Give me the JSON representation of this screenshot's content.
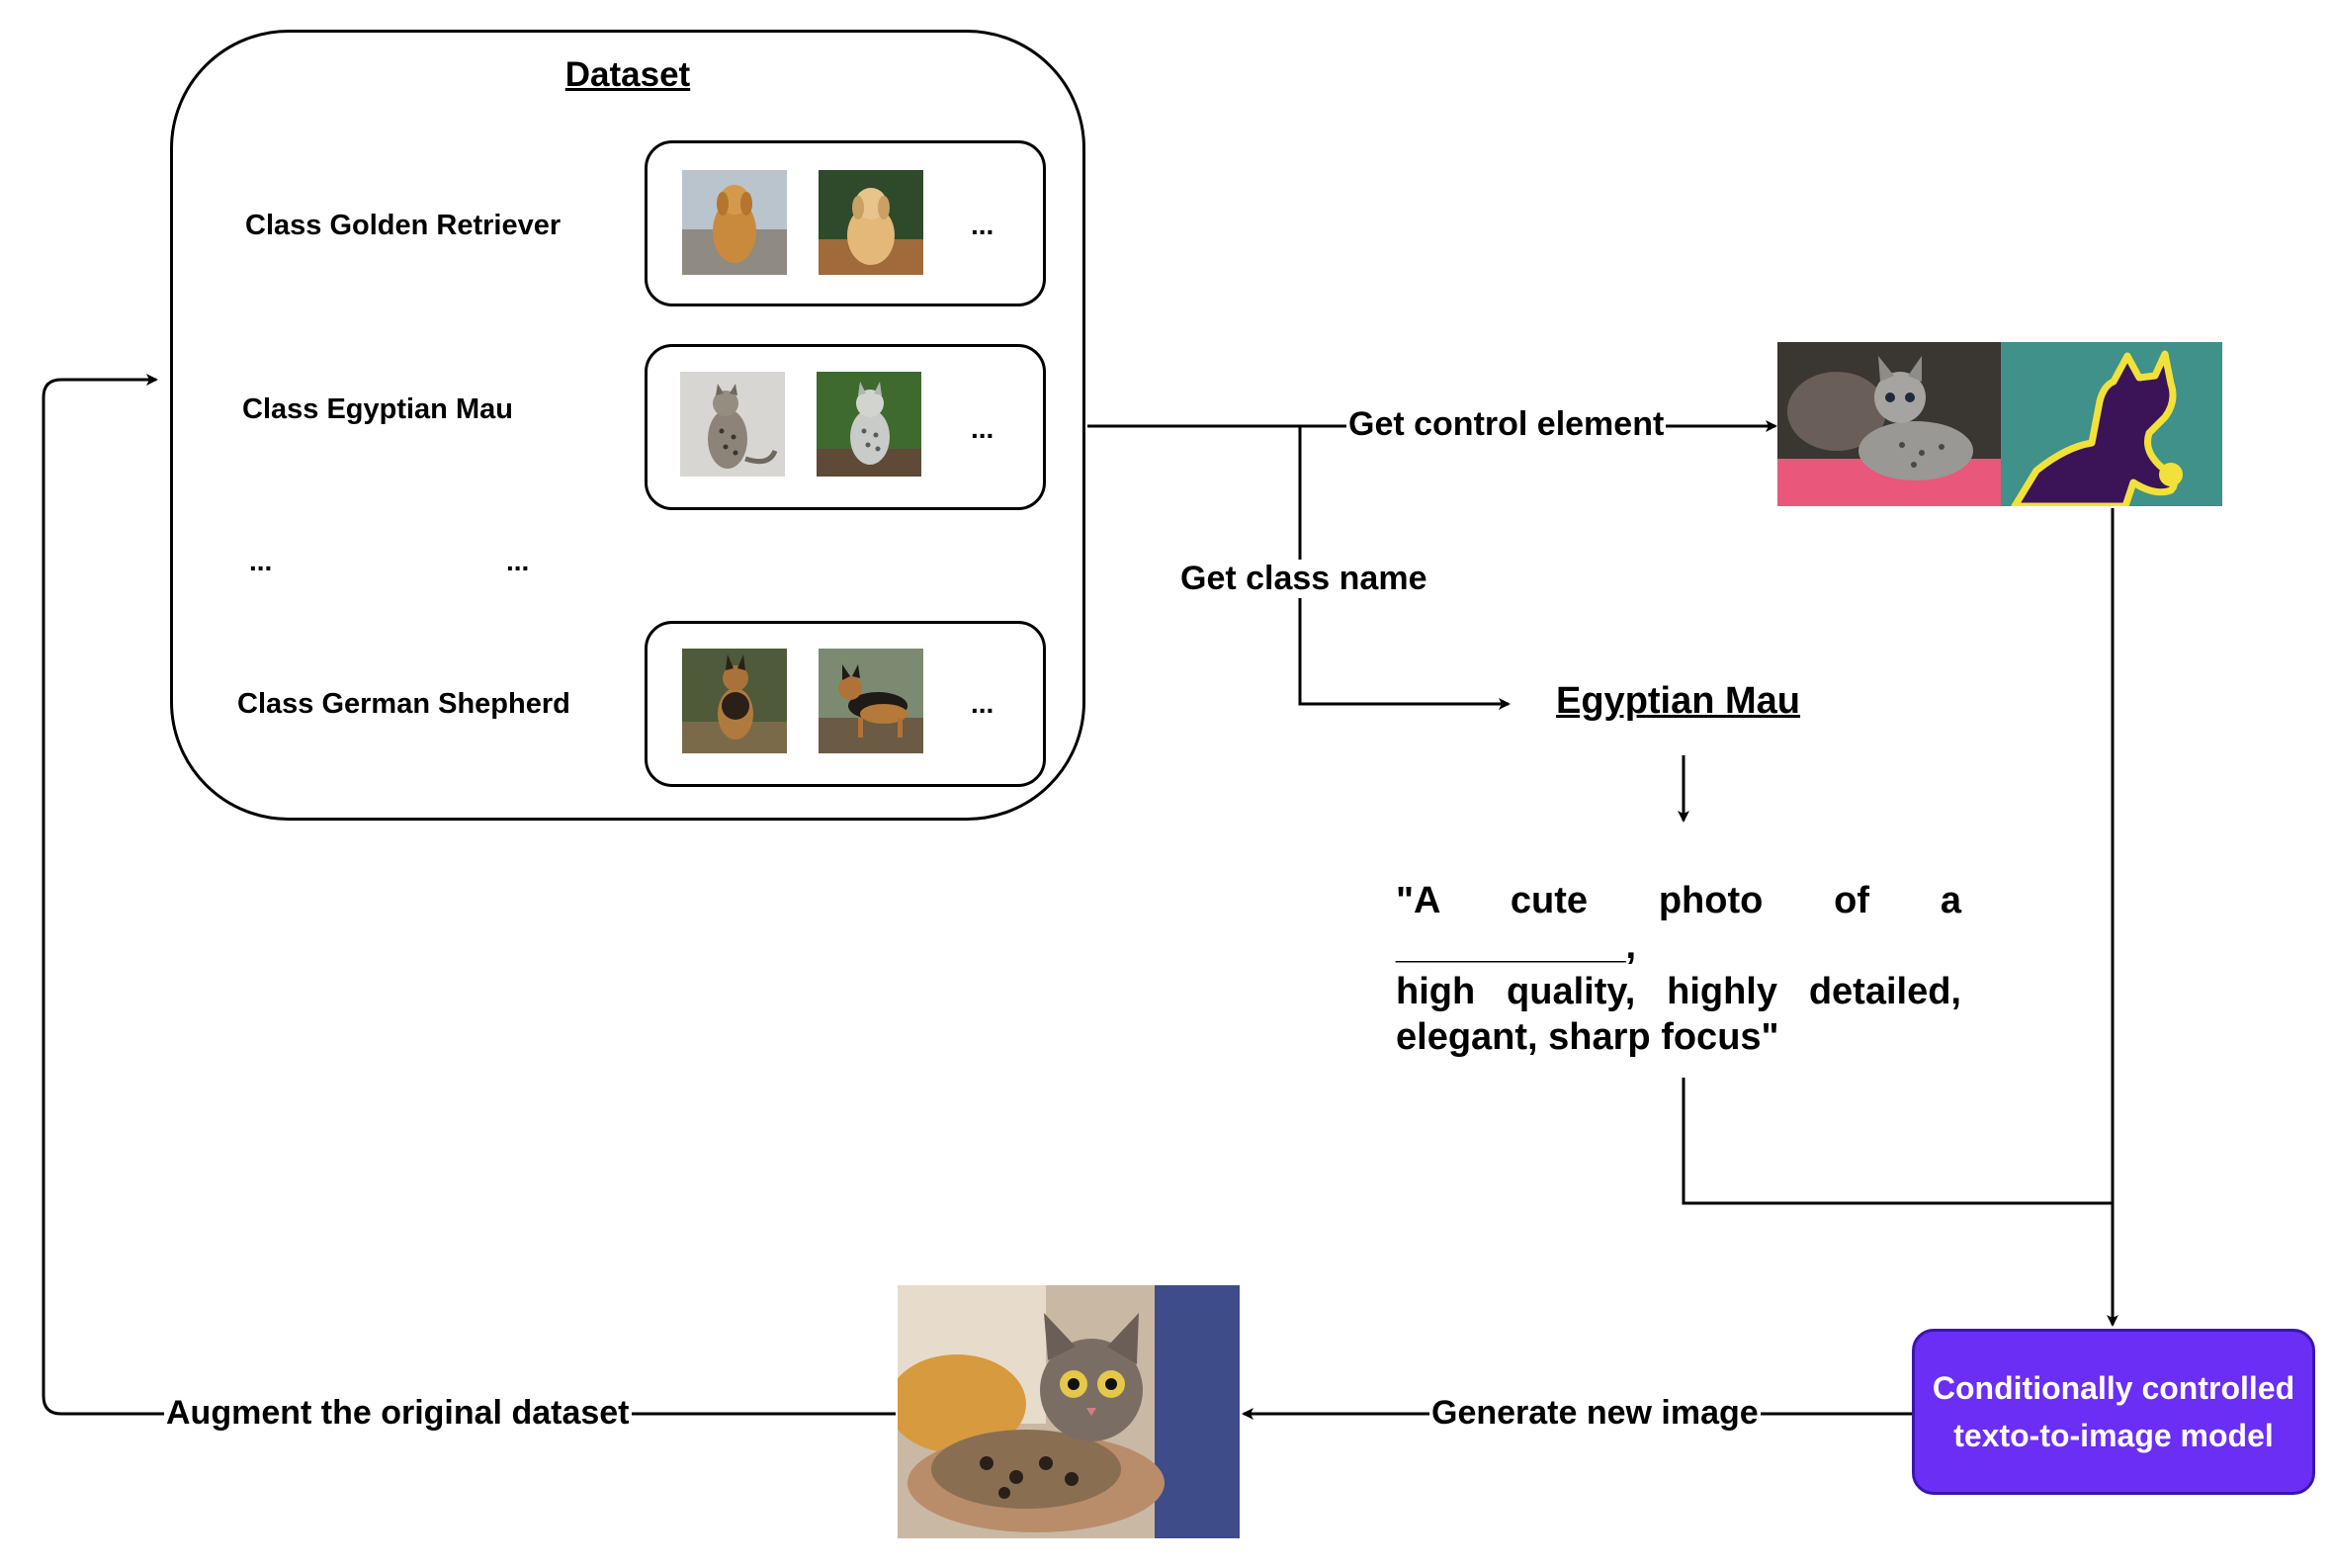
{
  "dataset": {
    "title": "Dataset",
    "classes": [
      {
        "label": "Class Golden Retriever",
        "thumbnails": [
          "golden-retriever-photo",
          "golden-retriever-photo"
        ],
        "more": "..."
      },
      {
        "label": "Class Egyptian Mau",
        "thumbnails": [
          "egyptian-mau-photo",
          "egyptian-mau-photo"
        ],
        "more": "..."
      },
      {
        "label": "Class German Shepherd",
        "thumbnails": [
          "german-shepherd-photo",
          "german-shepherd-photo"
        ],
        "more": "..."
      }
    ],
    "ellipsis_left": "...",
    "ellipsis_right": "..."
  },
  "edges": {
    "get_control_element": "Get control element",
    "get_class_name": "Get class name",
    "generate_new_image": "Generate new image",
    "augment_dataset": "Augment the original dataset"
  },
  "class_name": "Egyptian Mau",
  "prompt": {
    "line1": "\"A cute photo of a ___________,",
    "line2": "high quality, highly detailed,",
    "line3": "elegant, sharp focus\""
  },
  "model": {
    "line1": "Conditionally controlled",
    "line2": "texto-to-image model"
  },
  "colors": {
    "model_fill": "#6a2ef5",
    "segmentation_background": "#3f9189",
    "segmentation_body": "#3b1457",
    "segmentation_outline": "#f2e13a"
  }
}
